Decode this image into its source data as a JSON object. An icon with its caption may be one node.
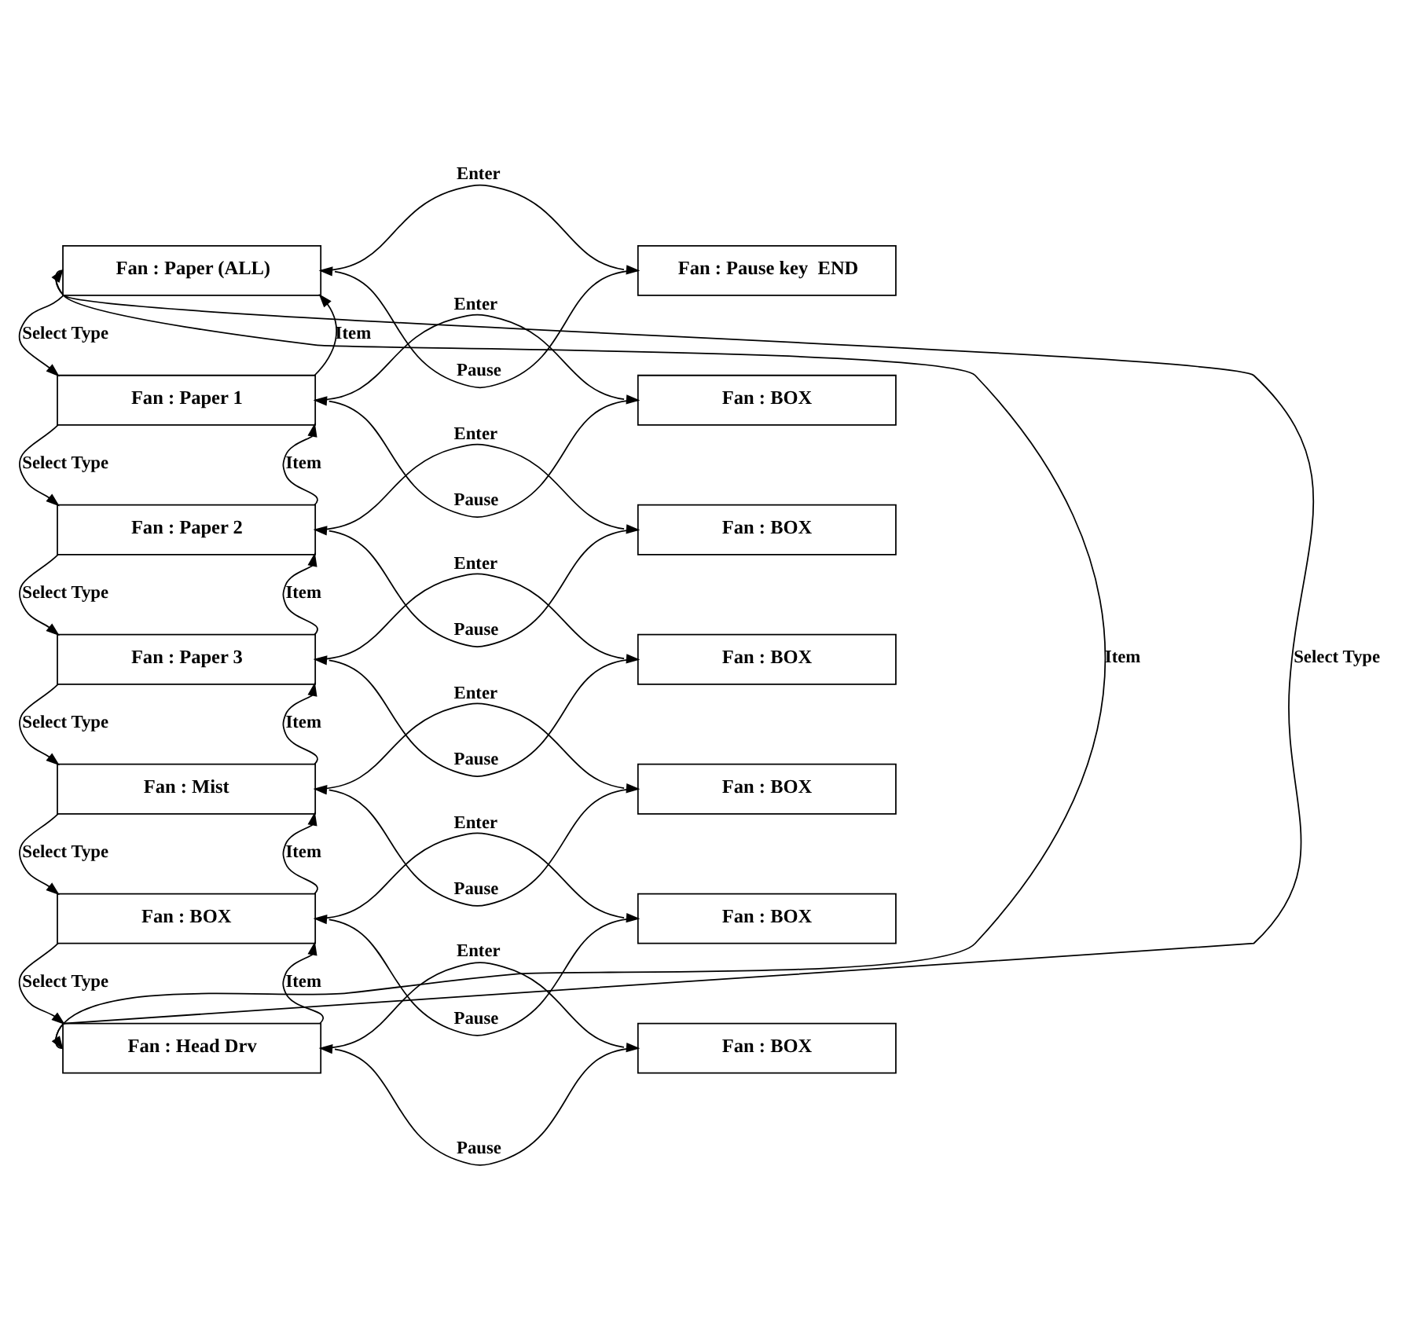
{
  "diagram": {
    "nodes": [
      {
        "text": [
          "Fan : Paper (ALL)"
        ]
      },
      {
        "text": [
          "Fan : Pause key  END"
        ]
      },
      {
        "text": [
          "Fan : Paper 1"
        ]
      },
      {
        "text": [
          "Fan : BOX"
        ]
      },
      {
        "text": [
          "Fan : Paper 2"
        ]
      },
      {
        "text": [
          "Fan : BOX"
        ]
      },
      {
        "text": [
          "Fan : Paper 3"
        ]
      },
      {
        "text": [
          "Fan : BOX"
        ]
      },
      {
        "text": [
          "Fan : Mist"
        ]
      },
      {
        "text": [
          "Fan : BOX"
        ]
      },
      {
        "text": [
          "Fan : BOX"
        ]
      },
      {
        "text": [
          "Fan : BOX"
        ]
      },
      {
        "text": [
          "Fan : Head Drv"
        ]
      },
      {
        "text": [
          "Fan : BOX"
        ]
      }
    ],
    "edges": [
      {
        "from": 0,
        "to": 1,
        "arrow": "to",
        "label": "Enter"
      },
      {
        "from": 1,
        "to": 0,
        "arrow": "to",
        "label": "Pause"
      },
      {
        "from": 0,
        "to": 2,
        "arrow": "to",
        "label": "Select Type"
      },
      {
        "from": 2,
        "to": 0,
        "arrow": "to",
        "label": "Item"
      },
      {
        "from": 2,
        "to": 3,
        "arrow": "to",
        "label": "Enter"
      },
      {
        "from": 3,
        "to": 2,
        "arrow": "to",
        "label": "Pause"
      },
      {
        "from": 2,
        "to": 4,
        "arrow": "to",
        "label": "Select Type"
      },
      {
        "from": 4,
        "to": 2,
        "arrow": "to",
        "label": "Item"
      },
      {
        "from": 4,
        "to": 5,
        "arrow": "to",
        "label": "Enter"
      },
      {
        "from": 5,
        "to": 4,
        "arrow": "to",
        "label": "Pause"
      },
      {
        "from": 4,
        "to": 6,
        "arrow": "to",
        "label": "Select Type"
      },
      {
        "from": 6,
        "to": 4,
        "arrow": "to",
        "label": "Item"
      },
      {
        "from": 6,
        "to": 7,
        "arrow": "to",
        "label": "Enter"
      },
      {
        "from": 7,
        "to": 6,
        "arrow": "to",
        "label": "Pause"
      },
      {
        "from": 6,
        "to": 8,
        "arrow": "to",
        "label": "Select Type"
      },
      {
        "from": 8,
        "to": 6,
        "arrow": "to",
        "label": "Item"
      },
      {
        "from": 8,
        "to": 9,
        "arrow": "to",
        "label": "Enter"
      },
      {
        "from": 9,
        "to": 8,
        "arrow": "to",
        "label": "Pause"
      },
      {
        "from": 8,
        "to": 10,
        "arrow": "to",
        "label": "Select Type"
      },
      {
        "from": 10,
        "to": 8,
        "arrow": "to",
        "label": "Item"
      },
      {
        "from": 10,
        "to": 11,
        "arrow": "to",
        "label": "Enter"
      },
      {
        "from": 11,
        "to": 10,
        "arrow": "to",
        "label": "Pause"
      },
      {
        "from": 10,
        "to": 12,
        "arrow": "to",
        "label": "Select Type"
      },
      {
        "from": 12,
        "to": 10,
        "arrow": "to",
        "label": "Item"
      },
      {
        "from": 12,
        "to": 13,
        "arrow": "to",
        "label": "Enter"
      },
      {
        "from": 13,
        "to": 12,
        "arrow": "to",
        "label": "Pause"
      },
      {
        "from": 12,
        "to": 0,
        "arrow": "to",
        "label": "Select Type"
      },
      {
        "from": 0,
        "to": 12,
        "arrow": "to",
        "label": "Item"
      }
    ]
  }
}
